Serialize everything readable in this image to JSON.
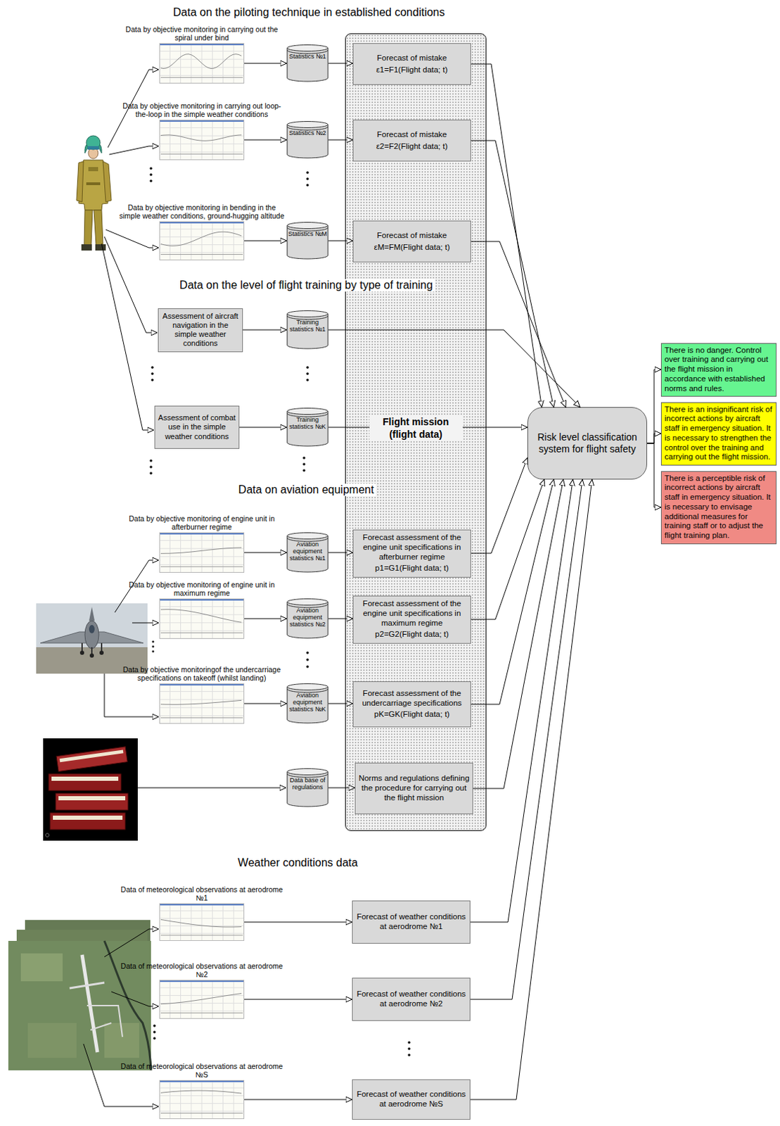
{
  "diagram": {
    "nodes": [
      {
        "text": [
          "Flight mission (flight data)"
        ]
      },
      {
        "text": [
          "Data by objective monitoring in carrying out the spiral under bind"
        ]
      },
      {
        "text": [
          "Statistics №1"
        ]
      },
      {
        "text": [
          "Forecast of mistake",
          "ε1=F1(Flight data; t)"
        ],
        "in": 0
      },
      {
        "text": [
          "Data by objective monitoring in carrying out loop-the-loop in the simple weather conditions"
        ]
      },
      {
        "text": [
          "Statistics №2"
        ]
      },
      {
        "text": [
          "Forecast of mistake",
          "ε2=F2(Flight data; t)"
        ],
        "in": 0
      },
      {
        "text": [
          "Data by objective monitoring in bending in the simple weather conditions, ground-hugging altitude"
        ]
      },
      {
        "text": [
          "Statistics №M"
        ]
      },
      {
        "text": [
          "Forecast of mistake",
          "εM=FM(Flight data; t)"
        ],
        "in": 0
      },
      {
        "text": [
          "Assessment of aircraft navigation in the simple weather conditions"
        ]
      },
      {
        "text": [
          "Training statistics №1"
        ]
      },
      {
        "text": [
          "Assessment of combat use in the simple weather conditions"
        ]
      },
      {
        "text": [
          "Training statistics №K"
        ]
      },
      {
        "text": [
          "Data by objective monitoring of engine unit in afterburner regime"
        ]
      },
      {
        "text": [
          "Aviation equipment statistics №1"
        ]
      },
      {
        "text": [
          "Forecast assessment of the engine unit specifications in afterburner regime",
          "p1=G1(Flight data; t)"
        ],
        "in": 0
      },
      {
        "text": [
          "Data by objective monitoring of engine unit in maximum regime"
        ]
      },
      {
        "text": [
          "Aviation equipment statistics №2"
        ]
      },
      {
        "text": [
          "Forecast assessment of the engine unit specifications in maximum regime",
          "p2=G2(Flight data; t)"
        ],
        "in": 0
      },
      {
        "text": [
          "Data by objective monitoringof the undercarriage specifications on takeoff (whilst landing)"
        ]
      },
      {
        "text": [
          "Aviation equipment statistics №K"
        ]
      },
      {
        "text": [
          "Forecast assessment of the undercarriage specifications",
          "pK=GK(Flight data; t)"
        ],
        "in": 0
      },
      {
        "text": [
          "Data base of regulations"
        ]
      },
      {
        "text": [
          "Norms and regulations defining the procedure for carrying out the flight mission"
        ],
        "in": 0
      },
      {
        "text": [
          "Data of meteorological observations at aerodrome №1"
        ]
      },
      {
        "text": [
          "Forecast of weather conditions at aerodrome №1"
        ]
      },
      {
        "text": [
          "Data of meteorological observations at aerodrome №2"
        ]
      },
      {
        "text": [
          "Forecast of weather conditions at aerodrome №2"
        ]
      },
      {
        "text": [
          "Data of meteorological observations at aerodrome №S"
        ]
      },
      {
        "text": [
          "Forecast of weather conditions at aerodrome №S"
        ]
      },
      {
        "text": [
          "Risk level classification system for flight safety"
        ]
      },
      {
        "text": [
          "There is no danger. Control over training and carrying out the flight mission in accordance with established norms and rules."
        ]
      },
      {
        "text": [
          "There is an insignificant risk of incorrect actions by aircraft staff in emergency situation. It is necessary to strengthen the control over the training and carrying out the flight mission."
        ]
      },
      {
        "text": [
          "There is a perceptible risk of incorrect actions by aircraft staff in emergency situation. It is necessary to envisage additional measures for training staff or to adjust the flight training plan."
        ]
      }
    ],
    "edges": [
      {
        "from": 1,
        "to": 2,
        "arrow": "to"
      },
      {
        "from": 2,
        "to": 3,
        "arrow": "to"
      },
      {
        "from": 3,
        "to": 31,
        "arrow": "to"
      },
      {
        "from": 4,
        "to": 5,
        "arrow": "to"
      },
      {
        "from": 5,
        "to": 6,
        "arrow": "to"
      },
      {
        "from": 6,
        "to": 31,
        "arrow": "to"
      },
      {
        "from": 7,
        "to": 8,
        "arrow": "to"
      },
      {
        "from": 8,
        "to": 9,
        "arrow": "to"
      },
      {
        "from": 9,
        "to": 31,
        "arrow": "to"
      },
      {
        "from": 10,
        "to": 11,
        "arrow": "to"
      },
      {
        "from": 11,
        "to": 31,
        "arrow": "to"
      },
      {
        "from": 12,
        "to": 13,
        "arrow": "to"
      },
      {
        "from": 13,
        "to": 31,
        "arrow": "to"
      },
      {
        "from": 14,
        "to": 15,
        "arrow": "to"
      },
      {
        "from": 15,
        "to": 16,
        "arrow": "to"
      },
      {
        "from": 16,
        "to": 31,
        "arrow": "to"
      },
      {
        "from": 17,
        "to": 18,
        "arrow": "to"
      },
      {
        "from": 18,
        "to": 19,
        "arrow": "to"
      },
      {
        "from": 19,
        "to": 31,
        "arrow": "to"
      },
      {
        "from": 20,
        "to": 21,
        "arrow": "to"
      },
      {
        "from": 21,
        "to": 22,
        "arrow": "to"
      },
      {
        "from": 22,
        "to": 31,
        "arrow": "to"
      },
      {
        "from": 23,
        "to": 24,
        "arrow": "to"
      },
      {
        "from": 24,
        "to": 31,
        "arrow": "to"
      },
      {
        "from": 25,
        "to": 26,
        "arrow": "to"
      },
      {
        "from": 26,
        "to": 31,
        "arrow": "to"
      },
      {
        "from": 27,
        "to": 28,
        "arrow": "to"
      },
      {
        "from": 28,
        "to": 31,
        "arrow": "to"
      },
      {
        "from": 29,
        "to": 30,
        "arrow": "to"
      },
      {
        "from": 30,
        "to": 31,
        "arrow": "to"
      },
      {
        "from": 31,
        "to": 32,
        "arrow": "to"
      },
      {
        "from": 31,
        "to": 33,
        "arrow": "to"
      },
      {
        "from": 31,
        "to": 34,
        "arrow": "to"
      }
    ],
    "labels": [
      "Data on the piloting technique in established conditions",
      "Data on the level of flight training by type of training",
      "Data on aviation equipment",
      "Weather conditions data"
    ]
  }
}
